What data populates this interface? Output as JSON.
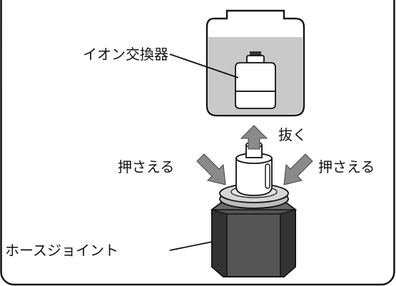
{
  "labels": {
    "ion_exchanger": "イオン交換器",
    "pull_out": "抜く",
    "press_left": "押さえる",
    "press_right": "押さえる",
    "hose_joint": "ホースジョイント"
  },
  "colors": {
    "frame": "#111111",
    "tank_water": "#c9c9c9",
    "arrow_fill": "#8a8a8a",
    "joint_front": "#555555",
    "joint_side": "#333333",
    "joint_top": "#6a6a6a",
    "washer": "#d6d6d6",
    "cartridge": "#ffffff"
  }
}
